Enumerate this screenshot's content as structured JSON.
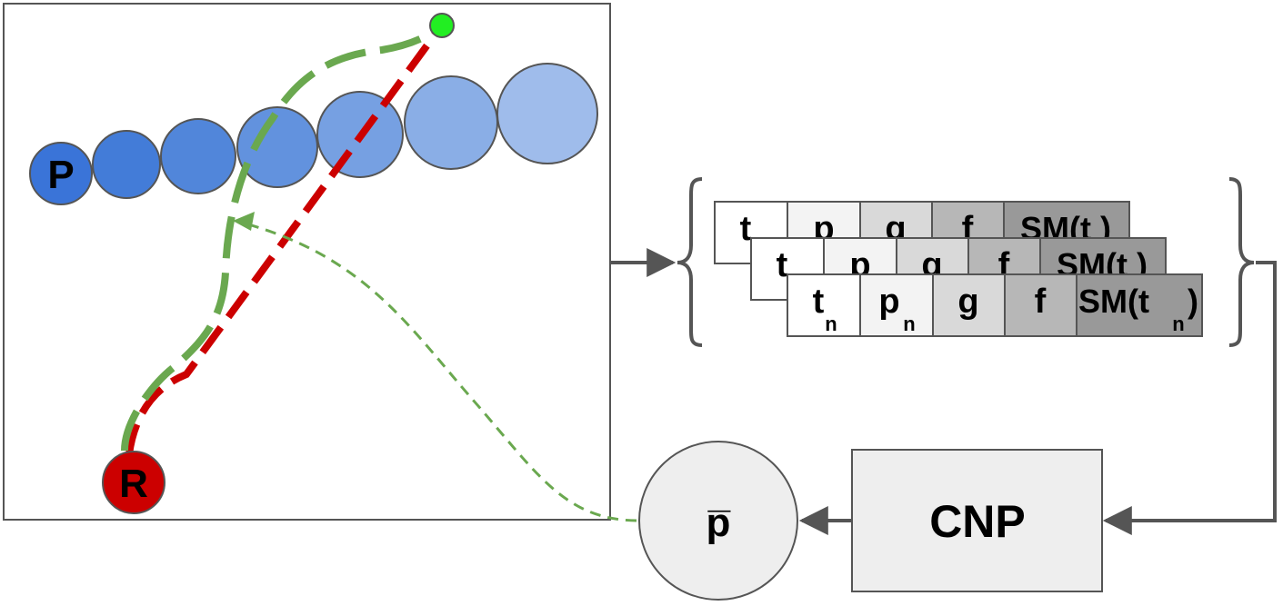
{
  "agents": {
    "person_label": "P",
    "robot_label": "R"
  },
  "feature_rows": {
    "front": {
      "t": "t",
      "p": "p",
      "g": "g",
      "f": "f",
      "sm": "SM(t )"
    },
    "middle": {
      "t": "t",
      "p": "p",
      "g": "g",
      "f": "f",
      "sm": "SM(t )"
    },
    "back": {
      "t": "t",
      "t_sub": "n",
      "p": "p",
      "p_sub": "n",
      "g": "g",
      "f": "f",
      "sm_pre": "SM(t",
      "sm_sub": "n",
      "sm_post": ")"
    }
  },
  "model": {
    "name": "CNP",
    "output": "p̅"
  },
  "colors": {
    "person_start": "#3a74d8",
    "robot": "#cc0000",
    "goal": "#22ee22",
    "robot_path": "#cc0000",
    "predicted_path": "#6aa84f",
    "arrow": "#555555",
    "model_fill": "#eeeeee"
  }
}
